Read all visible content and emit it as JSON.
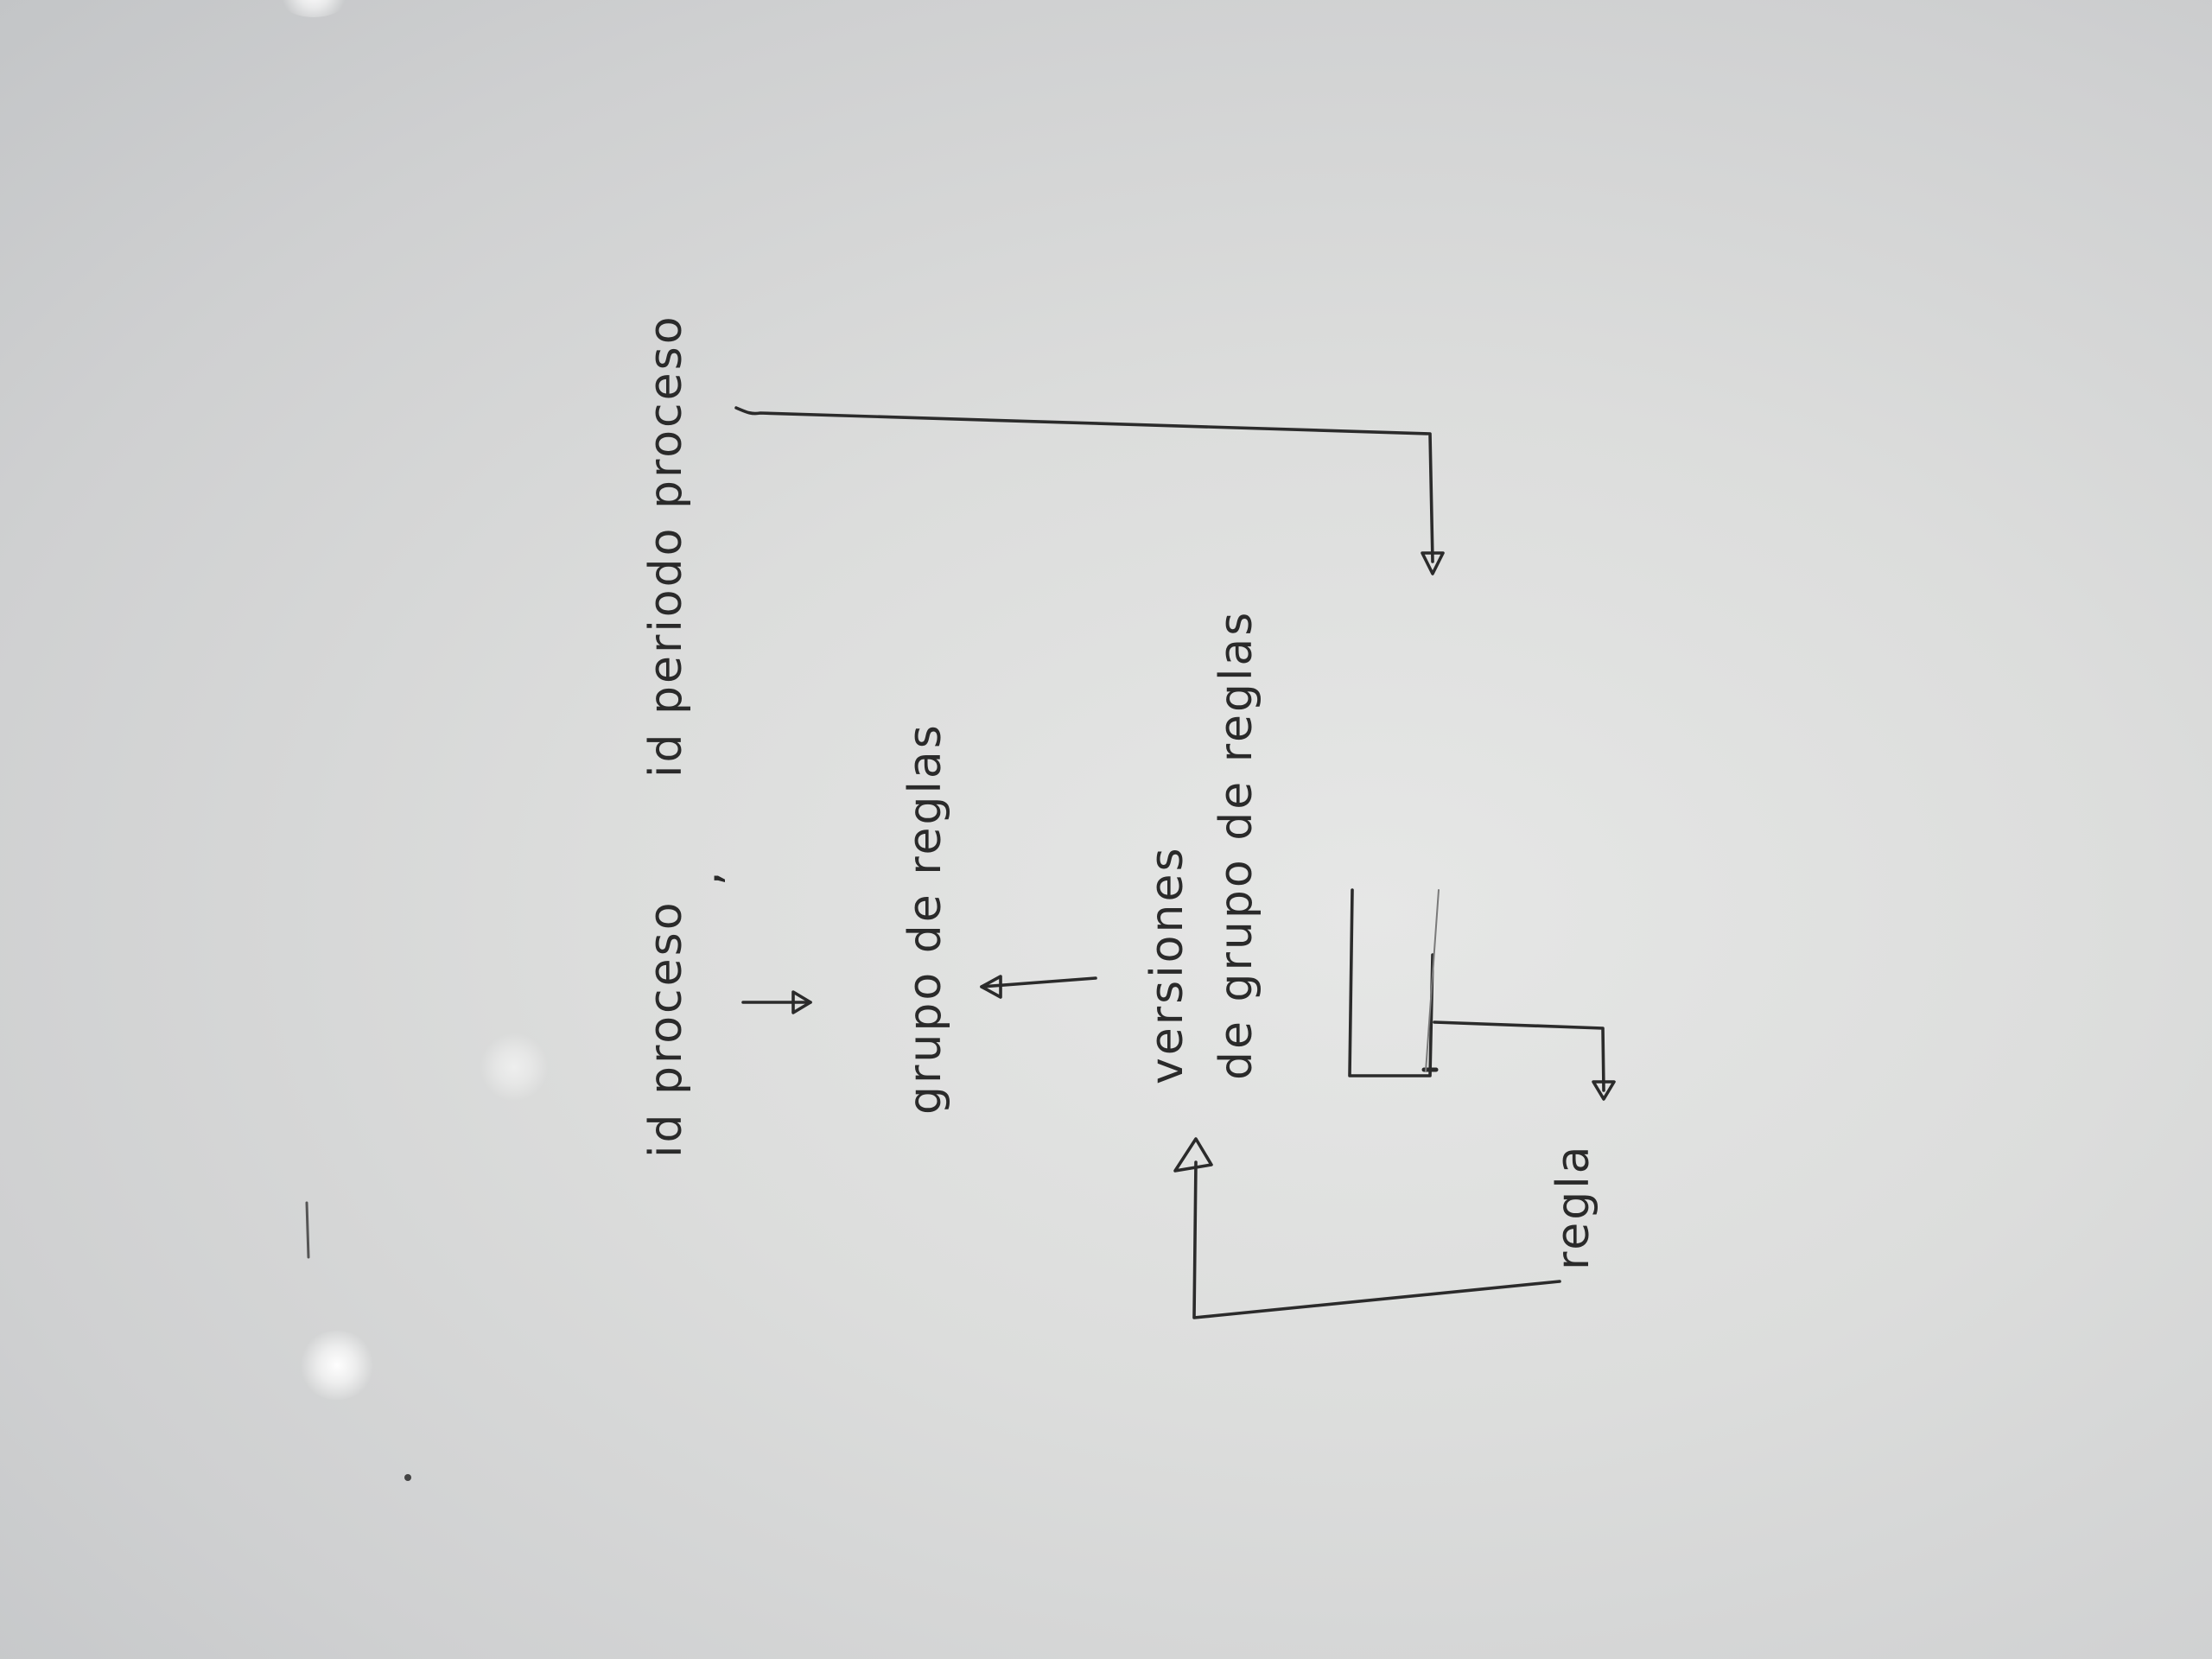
{
  "nodes": {
    "id_proceso": "id proceso",
    "separator": ",",
    "id_periodo_proceso": "id periodo proceso",
    "grupo_de_reglas": "grupo de reglas",
    "versiones": "versiones",
    "de_grupo_de_reglas": "de grupo de reglas",
    "regla": "regla"
  },
  "colors": {
    "ink": "#2b2b2b",
    "board": "#dcdddc"
  }
}
